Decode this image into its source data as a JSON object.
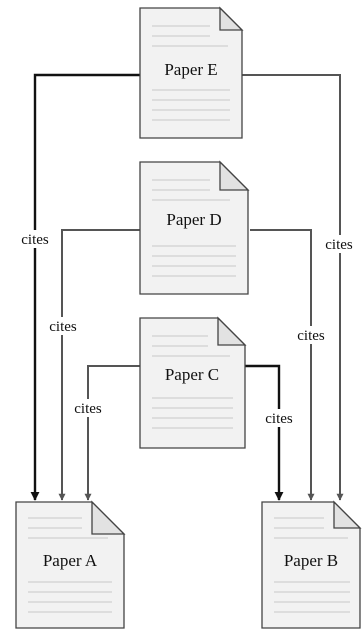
{
  "documents": {
    "paper_e": "Paper E",
    "paper_d": "Paper D",
    "paper_c": "Paper C",
    "paper_a": "Paper A",
    "paper_b": "Paper B"
  },
  "edges": {
    "e_to_a": "cites",
    "e_to_b": "cites",
    "d_to_a": "cites",
    "d_to_b": "cites",
    "c_to_a": "cites",
    "c_to_b": "cites"
  },
  "colors": {
    "edge": "#555555",
    "edge_emphasis": "#111111",
    "document_fill": "#f2f2f2"
  }
}
